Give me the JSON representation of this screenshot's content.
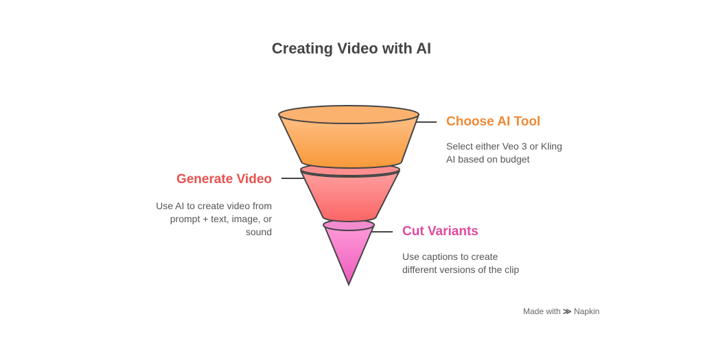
{
  "title": "Creating Video with AI",
  "stages": [
    {
      "heading": "Choose AI Tool",
      "lines": [
        "Select either Veo 3 or Kling",
        "AI based on budget"
      ],
      "color": "#ef8a37"
    },
    {
      "heading": "Generate Video",
      "lines": [
        "Use AI to create video from",
        "prompt + text, image, or",
        "sound"
      ],
      "color": "#e8524f"
    },
    {
      "heading": "Cut Variants",
      "lines": [
        "Use captions to create",
        "different versions of the clip"
      ],
      "color": "#e04aa0"
    }
  ],
  "footer": {
    "made_with": "Made with",
    "brand": "Napkin"
  }
}
